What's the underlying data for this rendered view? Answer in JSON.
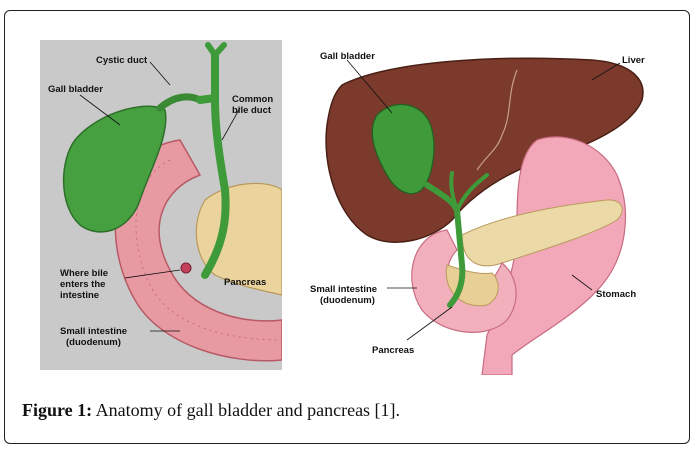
{
  "left_panel": {
    "labels": {
      "cystic_duct": "Cystic duct",
      "gall_bladder": "Gall bladder",
      "common_bile_duct_1": "Common",
      "common_bile_duct_2": "bile duct",
      "where_bile_1": "Where bile",
      "where_bile_2": "enters the",
      "where_bile_3": "intestine",
      "pancreas": "Pancreas",
      "small_intestine_1": "Small intestine",
      "small_intestine_2": "(duodenum)"
    }
  },
  "right_panel": {
    "labels": {
      "gall_bladder": "Gall bladder",
      "liver": "Liver",
      "small_intestine_1": "Small intestine",
      "small_intestine_2": "(duodenum)",
      "stomach": "Stomach",
      "pancreas": "Pancreas"
    }
  },
  "caption": {
    "label": "Figure 1:",
    "text": " Anatomy of gall bladder and pancreas [1]."
  },
  "colors": {
    "liver": "#7a3a2a",
    "gallbladder": "#3f9a3a",
    "intestine": "#e8a0a6",
    "pancreas": "#e6cf9a",
    "panel_bg": "#c9c9c9"
  }
}
